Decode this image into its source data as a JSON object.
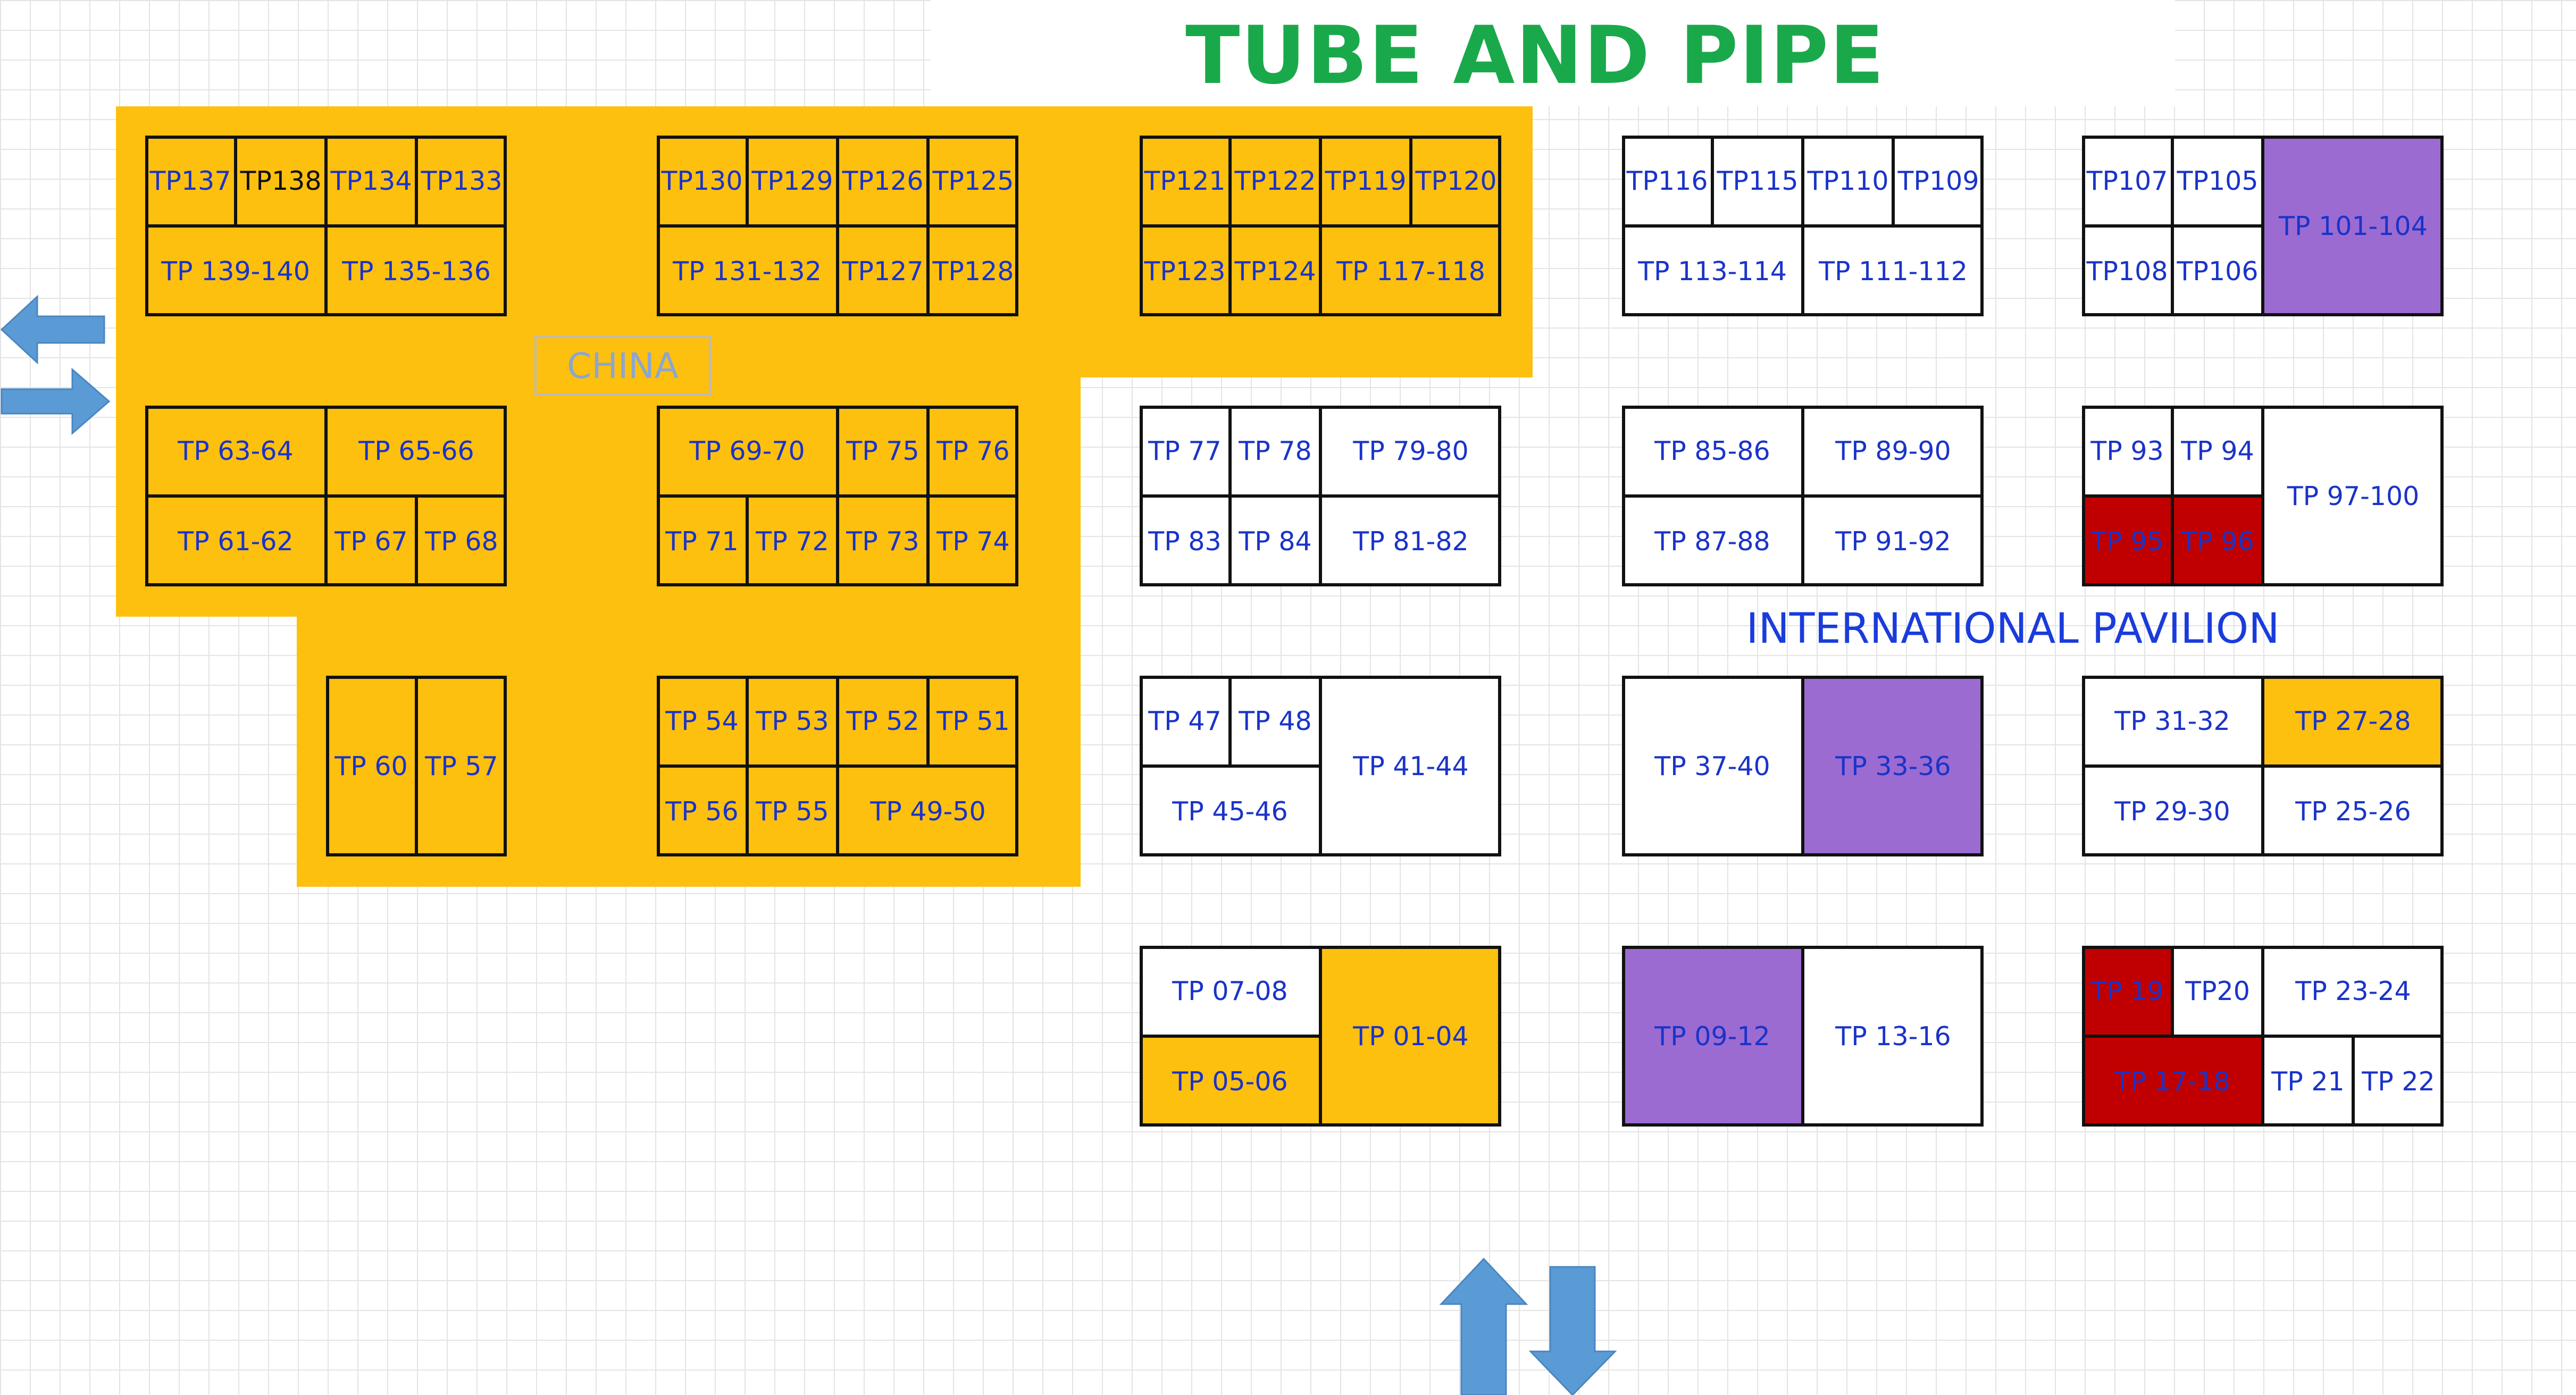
{
  "header": {
    "title": "TUBE AND PIPE"
  },
  "labels": {
    "china": "CHINA",
    "pavilion": "INTERNATIONAL PAVILION"
  },
  "colors": {
    "china_zone": "#fdc00f",
    "purple_booth": "#9b6bd2",
    "red_booth": "#c00000",
    "title": "#1aa94a",
    "booth_text": "#1a33c8",
    "arrow": "#5b9bd5"
  },
  "arrows": [
    "left-arrow-icon",
    "right-arrow-icon",
    "up-arrow-icon",
    "down-arrow-icon"
  ],
  "booths": {
    "tp137": "TP137",
    "tp138": "TP138",
    "tp134": "TP134",
    "tp133": "TP133",
    "tp139_140": "TP 139-140",
    "tp135_136": "TP 135-136",
    "tp130": "TP130",
    "tp129": "TP129",
    "tp126": "TP126",
    "tp125": "TP125",
    "tp131_132": "TP 131-132",
    "tp127": "TP127",
    "tp128": "TP128",
    "tp121": "TP121",
    "tp122": "TP122",
    "tp119": "TP119",
    "tp120": "TP120",
    "tp123": "TP123",
    "tp124": "TP124",
    "tp117_118": "TP 117-118",
    "tp116": "TP116",
    "tp115": "TP115",
    "tp110": "TP110",
    "tp109": "TP109",
    "tp113_114": "TP 113-114",
    "tp111_112": "TP 111-112",
    "tp107": "TP107",
    "tp105": "TP105",
    "tp108": "TP108",
    "tp106": "TP106",
    "tp101_104": "TP 101-104",
    "tp63_64": "TP 63-64",
    "tp65_66": "TP 65-66",
    "tp61_62": "TP 61-62",
    "tp67": "TP 67",
    "tp68": "TP 68",
    "tp69_70": "TP 69-70",
    "tp75": "TP 75",
    "tp76": "TP 76",
    "tp71": "TP 71",
    "tp72": "TP 72",
    "tp73": "TP 73",
    "tp74": "TP 74",
    "tp77": "TP 77",
    "tp78": "TP 78",
    "tp79_80": "TP 79-80",
    "tp83": "TP 83",
    "tp84": "TP 84",
    "tp81_82": "TP 81-82",
    "tp85_86": "TP 85-86",
    "tp89_90": "TP 89-90",
    "tp87_88": "TP 87-88",
    "tp91_92": "TP 91-92",
    "tp93": "TP 93",
    "tp94": "TP 94",
    "tp95": "TP 95",
    "tp96": "TP 96",
    "tp97_100": "TP 97-100",
    "tp60": "TP 60",
    "tp57": "TP 57",
    "tp54": "TP 54",
    "tp53": "TP 53",
    "tp52": "TP 52",
    "tp51": "TP 51",
    "tp56": "TP 56",
    "tp55": "TP 55",
    "tp49_50": "TP 49-50",
    "tp47": "TP 47",
    "tp48": "TP 48",
    "tp45_46": "TP 45-46",
    "tp41_44": "TP 41-44",
    "tp37_40": "TP 37-40",
    "tp33_36": "TP 33-36",
    "tp31_32": "TP 31-32",
    "tp27_28": "TP 27-28",
    "tp29_30": "TP 29-30",
    "tp25_26": "TP 25-26",
    "tp07_08": "TP 07-08",
    "tp05_06": "TP 05-06",
    "tp01_04": "TP 01-04",
    "tp09_12": "TP 09-12",
    "tp13_16": "TP 13-16",
    "tp19": "TP 19",
    "tp20": "TP20",
    "tp23_24": "TP 23-24",
    "tp17_18": "TP 17-18",
    "tp21": "TP 21",
    "tp22": "TP 22"
  }
}
